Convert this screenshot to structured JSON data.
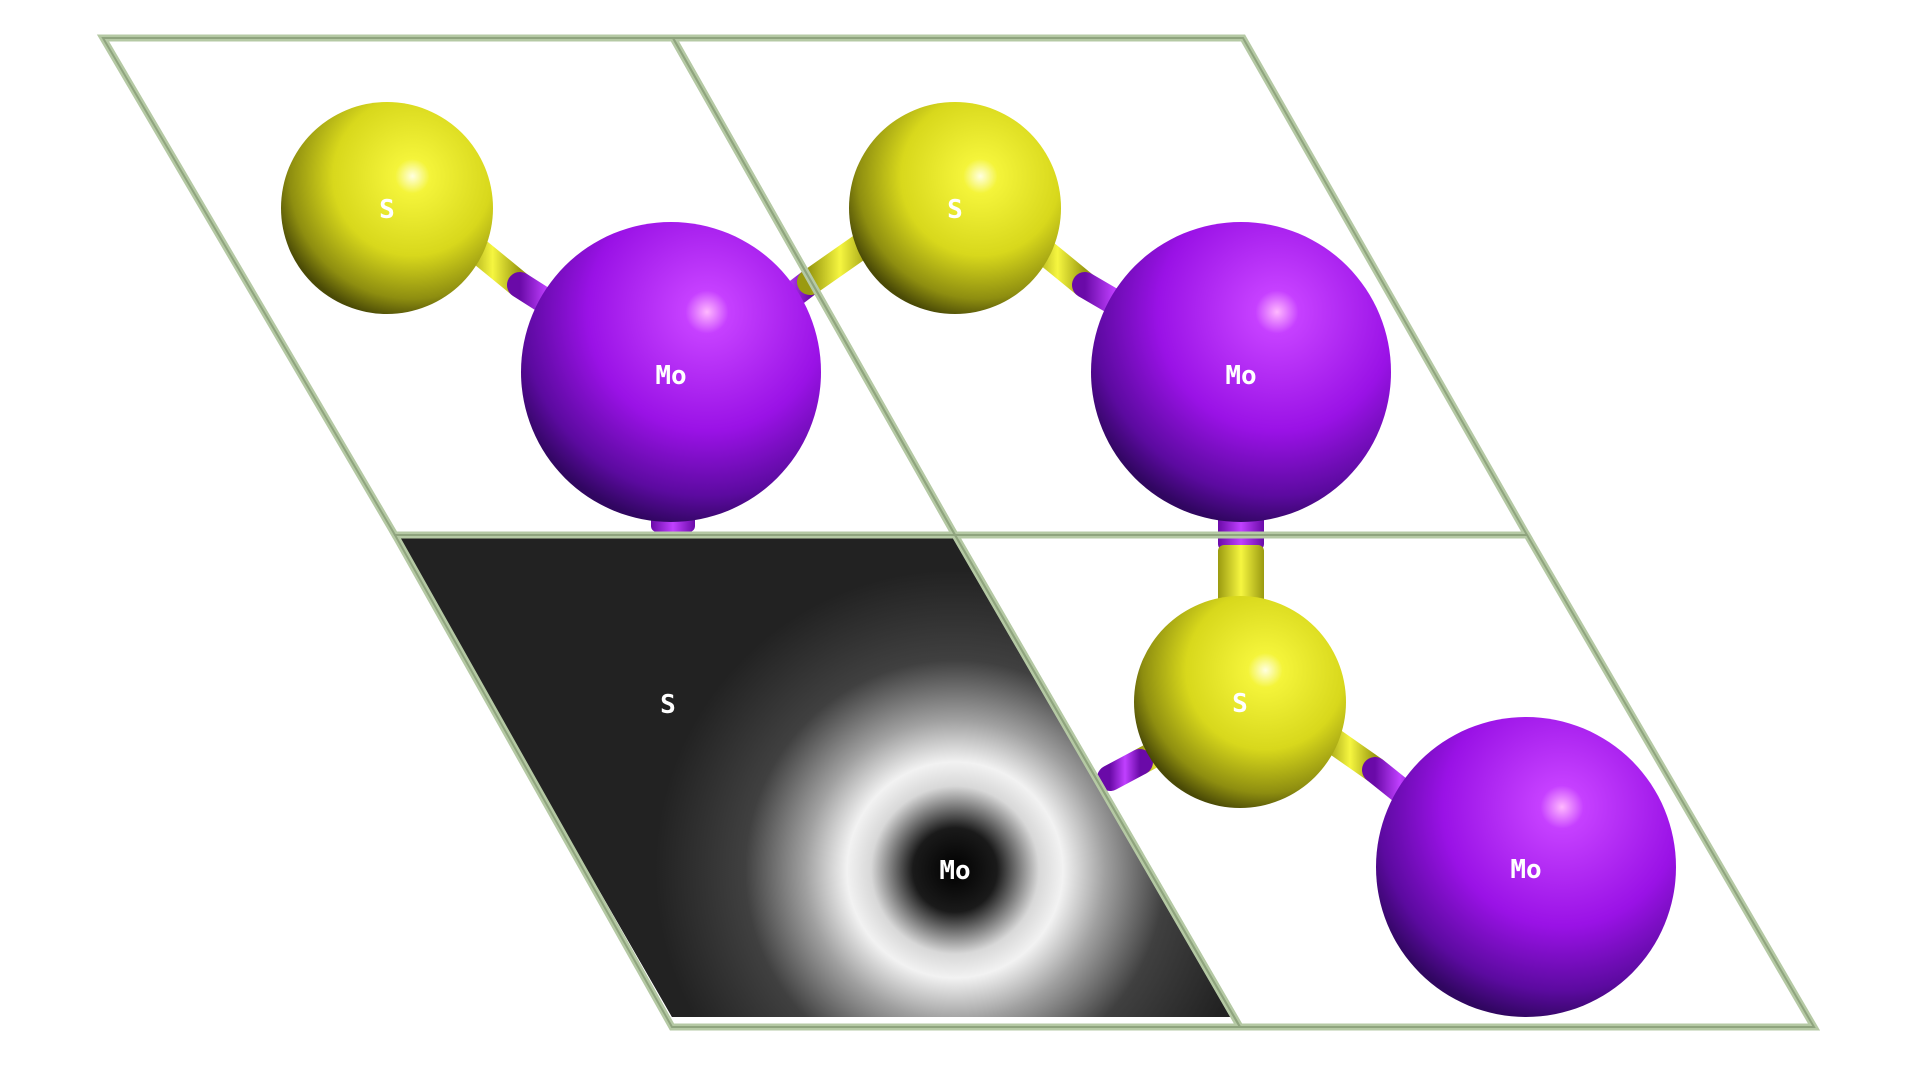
{
  "scene": {
    "background": "#ffffff",
    "cell_edge_color": "#b5c9a4",
    "colors": {
      "S": "#e8e820",
      "Mo": "#9a1de0"
    },
    "labels": {
      "sulfur": "S",
      "molybdenum": "Mo"
    },
    "density_map": {
      "style": "grayscale",
      "shows": "Mo"
    }
  }
}
